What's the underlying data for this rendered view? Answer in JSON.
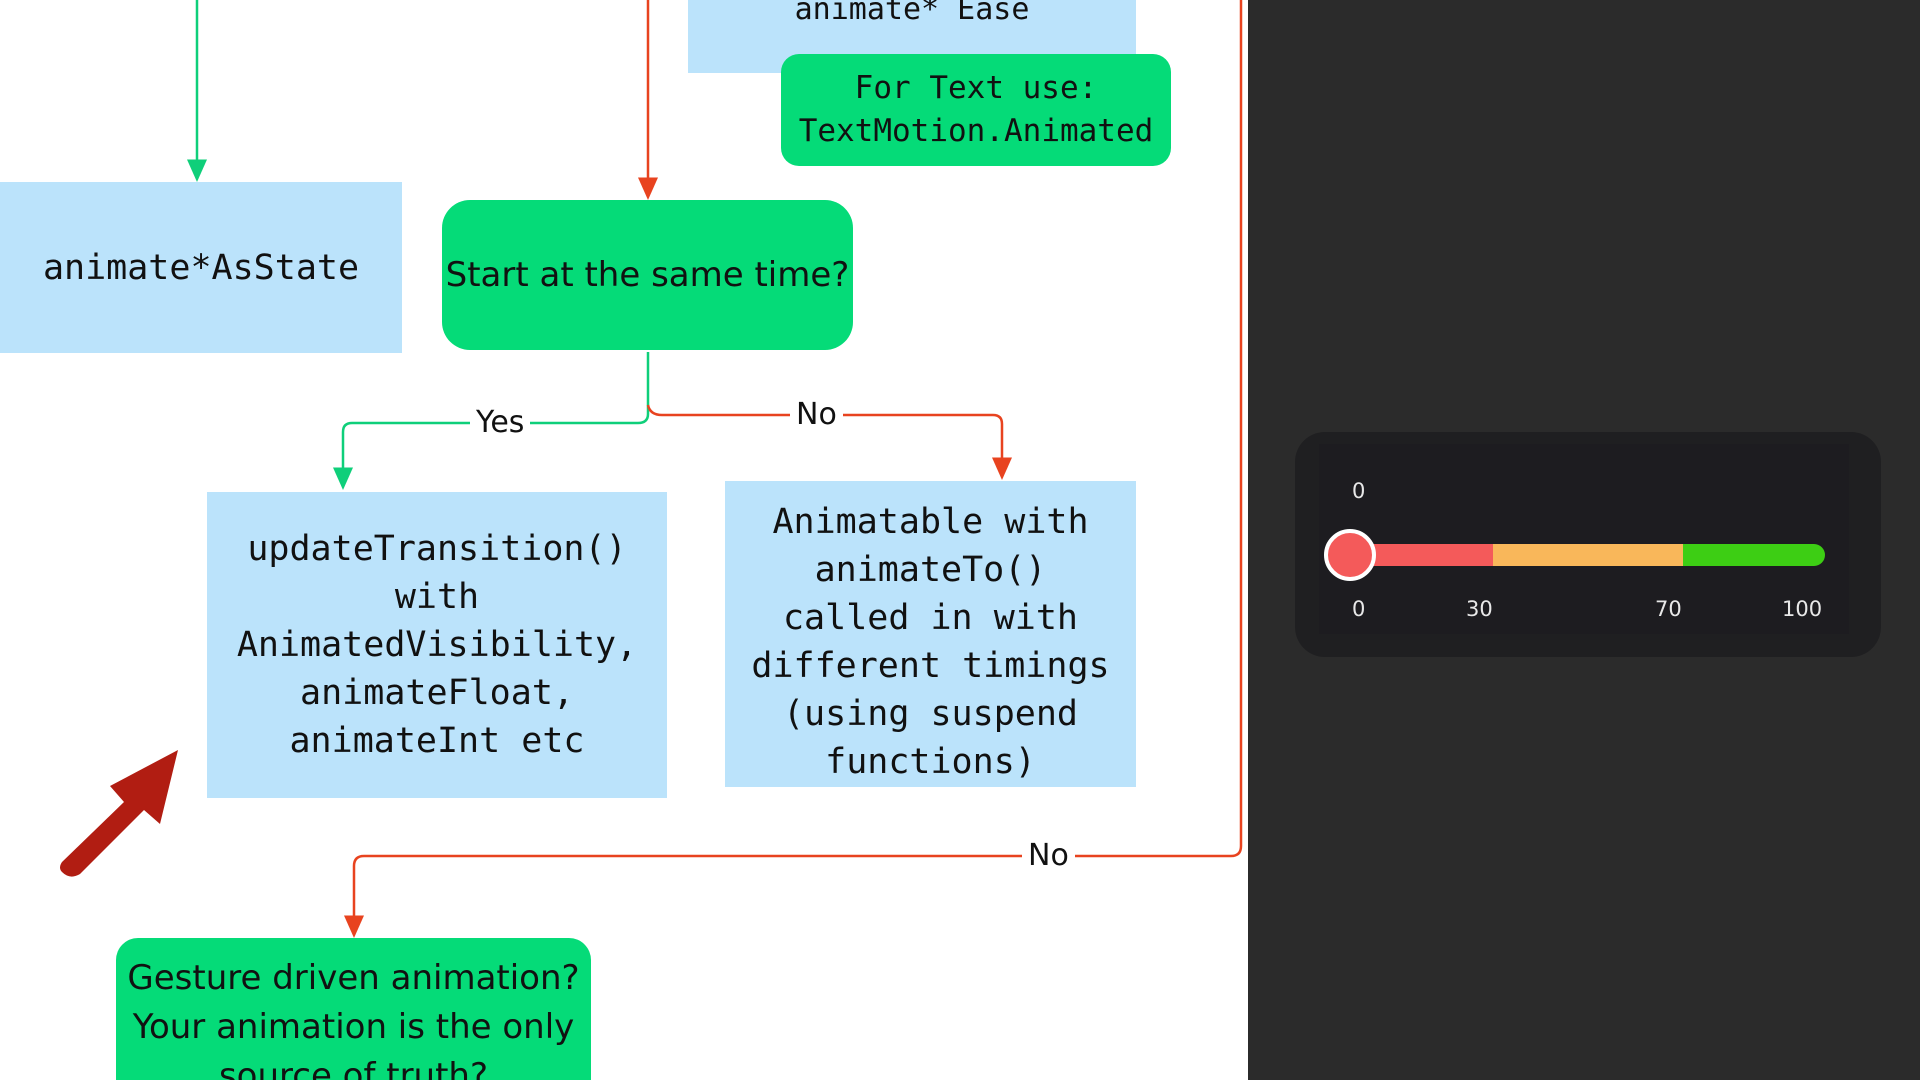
{
  "flowchart": {
    "partial_top_box": "animate* Ease",
    "text_hint": "For Text use:\nTextMotion.Animated",
    "animate_as_state": "animate*AsState",
    "decision_same_time": "Start at the same time?",
    "label_yes": "Yes",
    "label_no_inner": "No",
    "label_no_outer": "No",
    "update_transition": "updateTransition()\nwith\nAnimatedVisibility,\nanimateFloat,\nanimateInt etc",
    "animatable": "Animatable with\nanimateTo()\ncalled in with\ndifferent timings\n(using suspend\nfunctions)",
    "gesture_question": "Gesture driven animation?\nYour animation is the only\nsource of truth?"
  },
  "colors": {
    "green_line": "#0fcf7a",
    "red_line": "#e8431f",
    "box_blue": "#bbe3fb",
    "box_green": "#05db78",
    "panel_dark": "#2b2b2b",
    "pointer_arrow": "#b11d12"
  },
  "slider": {
    "current_value_label": "0",
    "value": 0,
    "min": 0,
    "max": 100,
    "tick_labels": [
      "0",
      "30",
      "70",
      "100"
    ],
    "thresholds": [
      30,
      70
    ],
    "segment_colors": [
      "#f45a5a",
      "#f9b75a",
      "#3dce14"
    ]
  },
  "decorations": {
    "pointer_icon": "red-arrow-pointer-icon"
  }
}
